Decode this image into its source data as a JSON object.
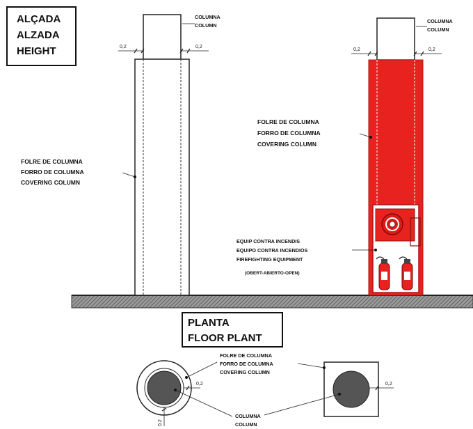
{
  "elevation_title": [
    "ALÇADA",
    "ALZADA",
    "HEIGHT"
  ],
  "plan_title": [
    "PLANTA",
    "FLOOR PLANT"
  ],
  "column_label": [
    "COLUMNA",
    "COLUMN"
  ],
  "covering_label": [
    "FOLRE DE COLUMNA",
    "FORRO DE COLUMNA",
    "COVERING COLUMN"
  ],
  "equipment_label": [
    "EQUIP CONTRA INCENDIS",
    "EQUIPO CONTRA INCENDIOS",
    "FIREFIGHTING EQUIPMENT"
  ],
  "open_note": "(OBERT-ABIERTO-OPEN)",
  "dimension": "0,2",
  "colors": {
    "red_covering": "#e8231f",
    "line": "#222222",
    "ground": "#8a8a8a",
    "column_fill": "#555555"
  }
}
